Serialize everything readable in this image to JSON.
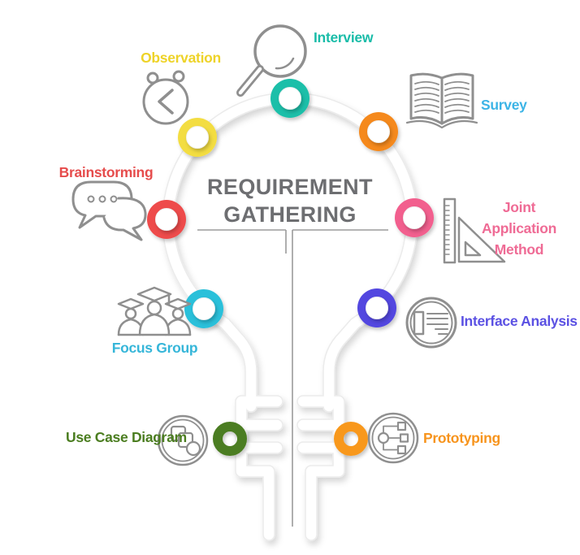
{
  "title": {
    "line1": "REQUIREMENT",
    "line2": "GATHERING",
    "color": "#6d6e71"
  },
  "bulb": {
    "outline_color": "#ffffff",
    "outline_edge_color": "#ebebeb",
    "filament_color": "#9b9b9b"
  },
  "icon_color": "#8f8f8f",
  "methods": [
    {
      "id": "interview",
      "label": "Interview",
      "label_color": "#19bca8",
      "ring_color": "#1bbfa9",
      "icon": "magnifier-icon"
    },
    {
      "id": "observation",
      "label": "Observation",
      "label_color": "#eed328",
      "ring_color": "#f3dd43",
      "icon": "stopwatch-icon"
    },
    {
      "id": "survey",
      "label": "Survey",
      "label_color": "#3cb4e6",
      "ring_color": "#f5891d",
      "icon": "open-book-icon"
    },
    {
      "id": "brainstorming",
      "label": "Brainstorming",
      "label_color": "#e64c4c",
      "ring_color": "#ee4b4b",
      "icon": "chat-bubbles-icon"
    },
    {
      "id": "joint-application-method",
      "label": "Joint Application Method",
      "lines": [
        "Joint Application",
        "Method"
      ],
      "label_color": "#ef6b95",
      "ring_color": "#f25f8e",
      "icon": "ruler-set-square-icon"
    },
    {
      "id": "interface-analysis",
      "label": "Interface Analysis",
      "label_color": "#5b51e3",
      "ring_color": "#5246e0",
      "icon": "interface-window-icon"
    },
    {
      "id": "focus-group",
      "label": "Focus Group",
      "label_color": "#36b6d9",
      "ring_color": "#2cc0da",
      "icon": "graduates-icon"
    },
    {
      "id": "use-case-diagram",
      "label": "Use Case Diagram",
      "label_color": "#4b7d20",
      "ring_color": "#4b7d20",
      "icon": "overlapping-shapes-icon"
    },
    {
      "id": "prototyping",
      "label": "Prototyping",
      "label_color": "#f7941d",
      "ring_color": "#f8981d",
      "icon": "flowchart-icon"
    }
  ]
}
